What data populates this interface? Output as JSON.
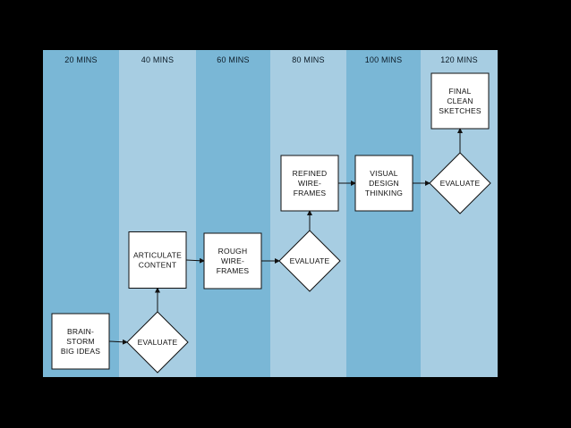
{
  "columns": [
    "20 MINS",
    "40 MINS",
    "60 MINS",
    "80 MINS",
    "100 MINS",
    "120 MINS"
  ],
  "colors": {
    "column_dark": "#7ab7d6",
    "column_light": "#a7cde2",
    "background": "#000000"
  },
  "nodes": {
    "brainstorm": {
      "shape": "box",
      "lines": [
        "BRAIN-",
        "STORM",
        "BIG IDEAS"
      ]
    },
    "evaluate_1": {
      "shape": "diamond",
      "lines": [
        "EVALUATE"
      ]
    },
    "articulate": {
      "shape": "box",
      "lines": [
        "ARTICULATE",
        "CONTENT"
      ]
    },
    "rough": {
      "shape": "box",
      "lines": [
        "ROUGH",
        "WIRE-",
        "FRAMES"
      ]
    },
    "evaluate_2": {
      "shape": "diamond",
      "lines": [
        "EVALUATE"
      ]
    },
    "refined": {
      "shape": "box",
      "lines": [
        "REFINED",
        "WIRE-",
        "FRAMES"
      ]
    },
    "visual": {
      "shape": "box",
      "lines": [
        "VISUAL",
        "DESIGN",
        "THINKING"
      ]
    },
    "evaluate_3": {
      "shape": "diamond",
      "lines": [
        "EVALUATE"
      ]
    },
    "final": {
      "shape": "box",
      "lines": [
        "FINAL",
        "CLEAN",
        "SKETCHES"
      ]
    }
  },
  "edges": [
    [
      "brainstorm",
      "evaluate_1"
    ],
    [
      "evaluate_1",
      "articulate"
    ],
    [
      "articulate",
      "rough"
    ],
    [
      "rough",
      "evaluate_2"
    ],
    [
      "evaluate_2",
      "refined"
    ],
    [
      "refined",
      "visual"
    ],
    [
      "visual",
      "evaluate_3"
    ],
    [
      "evaluate_3",
      "final"
    ]
  ]
}
